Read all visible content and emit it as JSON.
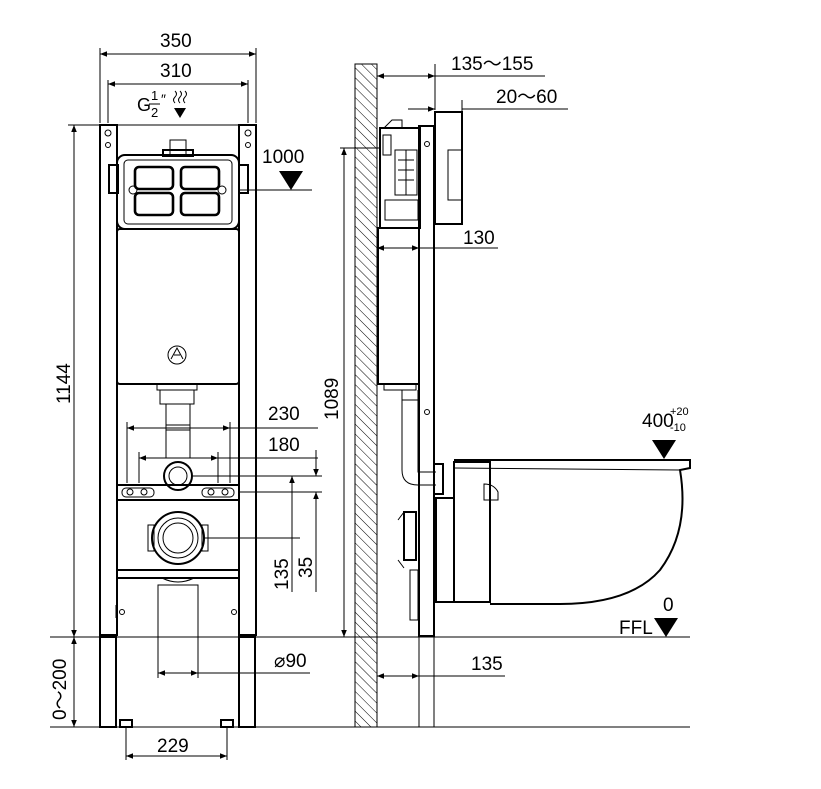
{
  "dims": {
    "w350": "350",
    "w310": "310",
    "h1000": "1000",
    "h1144": "1144",
    "w230": "230",
    "w180": "180",
    "h135": "135",
    "h35": "35",
    "d90": "⌀90",
    "w229": "229",
    "r0_200": "0～200",
    "r135_155": "135～155",
    "r20_60": "20～60",
    "d130": "130",
    "h1089": "1089",
    "d135b": "135",
    "seat_base": "400",
    "seat_plus": "+20",
    "seat_minus": "-10",
    "zero": "0",
    "ffl": "FFL"
  },
  "inlet": {
    "g": "G",
    "num": "1",
    "den": "2",
    "quote": "″"
  }
}
